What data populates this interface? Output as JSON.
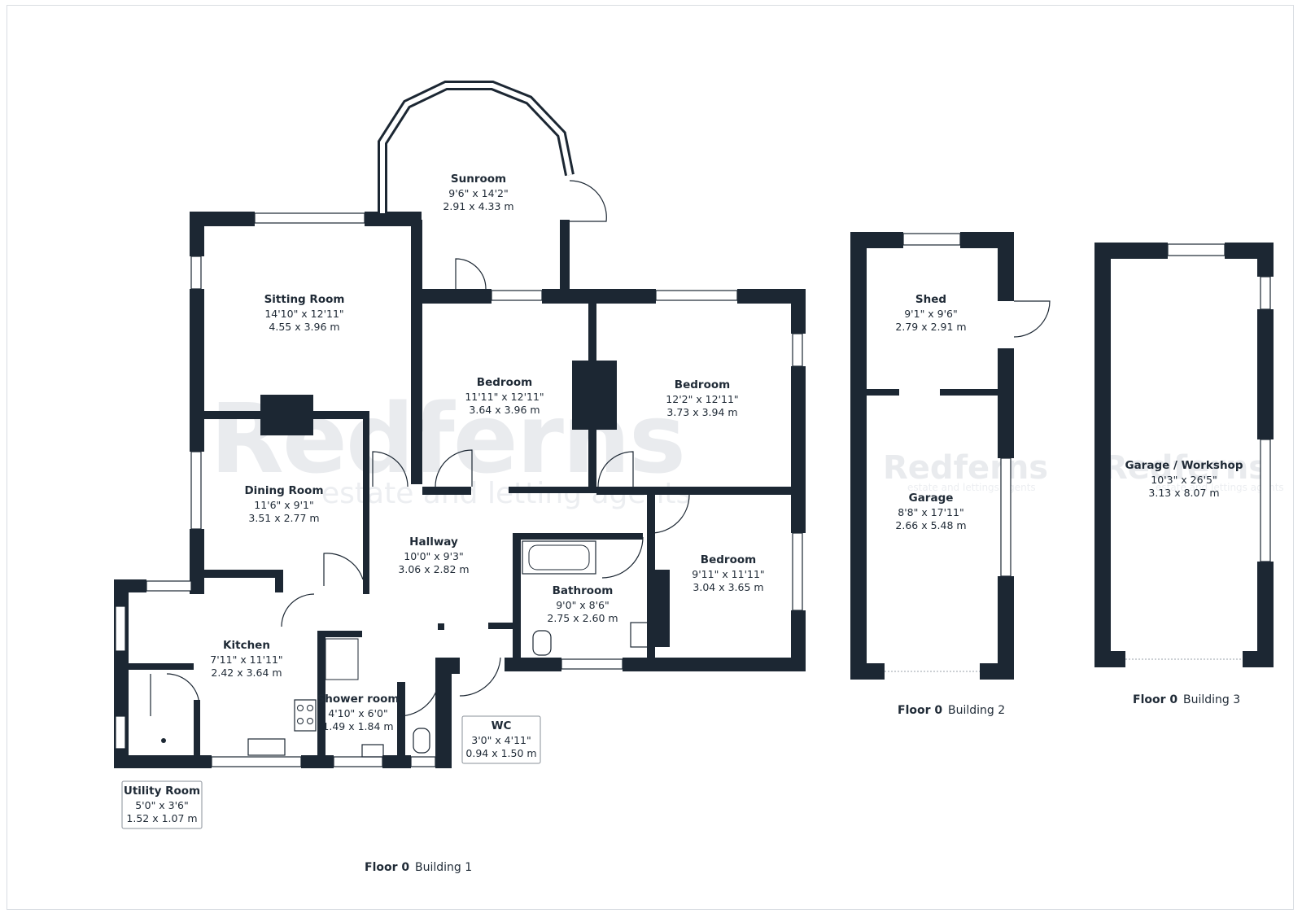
{
  "watermark": {
    "brand": "Redferns",
    "tagline": "estate and letting agents",
    "tagline_small": "estate and lettings agents"
  },
  "buildings": [
    {
      "floor": "Floor 0",
      "building": "Building 1",
      "rooms": [
        {
          "name": "Sunroom",
          "imperial": "9'6\" x 14'2\"",
          "metric": "2.91 x 4.33 m"
        },
        {
          "name": "Sitting Room",
          "imperial": "14'10\" x 12'11\"",
          "metric": "4.55 x 3.96 m"
        },
        {
          "name": "Bedroom",
          "imperial": "11'11\" x 12'11\"",
          "metric": "3.64 x 3.96 m"
        },
        {
          "name": "Bedroom",
          "imperial": "12'2\" x 12'11\"",
          "metric": "3.73 x 3.94 m"
        },
        {
          "name": "Dining Room",
          "imperial": "11'6\" x 9'1\"",
          "metric": "3.51 x 2.77 m"
        },
        {
          "name": "Hallway",
          "imperial": "10'0\" x 9'3\"",
          "metric": "3.06 x 2.82 m"
        },
        {
          "name": "Bathroom",
          "imperial": "9'0\" x 8'6\"",
          "metric": "2.75 x 2.60 m"
        },
        {
          "name": "Bedroom",
          "imperial": "9'11\" x 11'11\"",
          "metric": "3.04 x 3.65 m"
        },
        {
          "name": "Kitchen",
          "imperial": "7'11\" x 11'11\"",
          "metric": "2.42 x 3.64 m"
        },
        {
          "name": "Shower room",
          "imperial": "4'10\" x 6'0\"",
          "metric": "1.49 x 1.84 m"
        },
        {
          "name": "WC",
          "imperial": "3'0\" x 4'11\"",
          "metric": "0.94 x 1.50 m"
        },
        {
          "name": "Utility Room",
          "imperial": "5'0\" x 3'6\"",
          "metric": "1.52 x 1.07 m"
        }
      ]
    },
    {
      "floor": "Floor 0",
      "building": "Building 2",
      "rooms": [
        {
          "name": "Shed",
          "imperial": "9'1\" x 9'6\"",
          "metric": "2.79 x 2.91 m"
        },
        {
          "name": "Garage",
          "imperial": "8'8\" x 17'11\"",
          "metric": "2.66 x 5.48 m"
        }
      ]
    },
    {
      "floor": "Floor 0",
      "building": "Building 3",
      "rooms": [
        {
          "name": "Garage / Workshop",
          "imperial": "10'3\" x 26'5\"",
          "metric": "3.13 x 8.07 m"
        }
      ]
    }
  ]
}
